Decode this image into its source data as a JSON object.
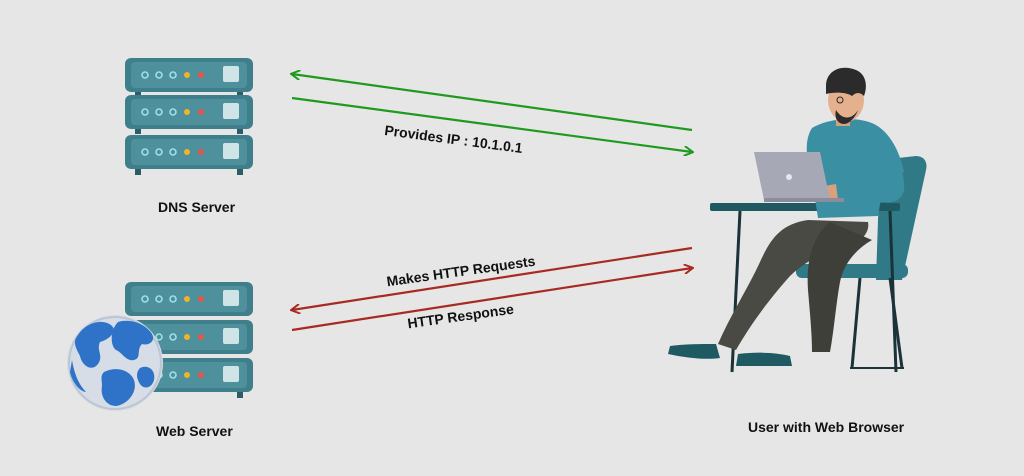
{
  "labels": {
    "dns_server": "DNS Server",
    "web_server": "Web Server",
    "user": "User with Web Browser",
    "provides_ip": "Provides IP : 10.1.0.1",
    "makes_requests": "Makes HTTP Requests",
    "http_response": "HTTP Response"
  },
  "colors": {
    "background": "#e6e6e6",
    "server_body": "#3f7f8c",
    "server_panel": "#5fa3ad",
    "arrow_dns": "#1f9a1f",
    "arrow_web": "#a82b22",
    "globe": "#2f73c9",
    "shirt": "#3b8fa2",
    "pants": "#4a4a45",
    "chair": "#2f7a86",
    "desk": "#1f5a63"
  },
  "icons": {
    "dns_server": "server-rack-icon",
    "web_server": "server-rack-icon",
    "globe": "globe-icon",
    "user": "person-at-laptop-illustration"
  }
}
